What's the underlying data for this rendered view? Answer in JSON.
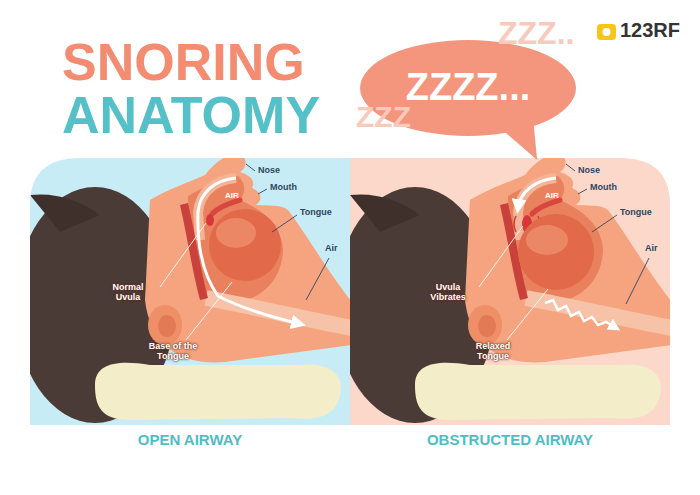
{
  "diagram": {
    "title": "SNORING ANATOMY",
    "nodes": [
      {
        "text": [
          "ZZZZ..."
        ]
      }
    ],
    "labels": [
      "123RF",
      "ZZZ..",
      "ZZZ",
      "Nose",
      "AIR",
      "Mouth",
      "Tongue",
      "Air",
      "Normal Uvula",
      "Base of the Tongue",
      "OPEN AIRWAY",
      "Nose",
      "AIR",
      "Mouth",
      "Tongue",
      "Air",
      "Uvula Vibrates",
      "Relaxed Tongue",
      "OBSTRUCTED AIRWAY"
    ]
  }
}
